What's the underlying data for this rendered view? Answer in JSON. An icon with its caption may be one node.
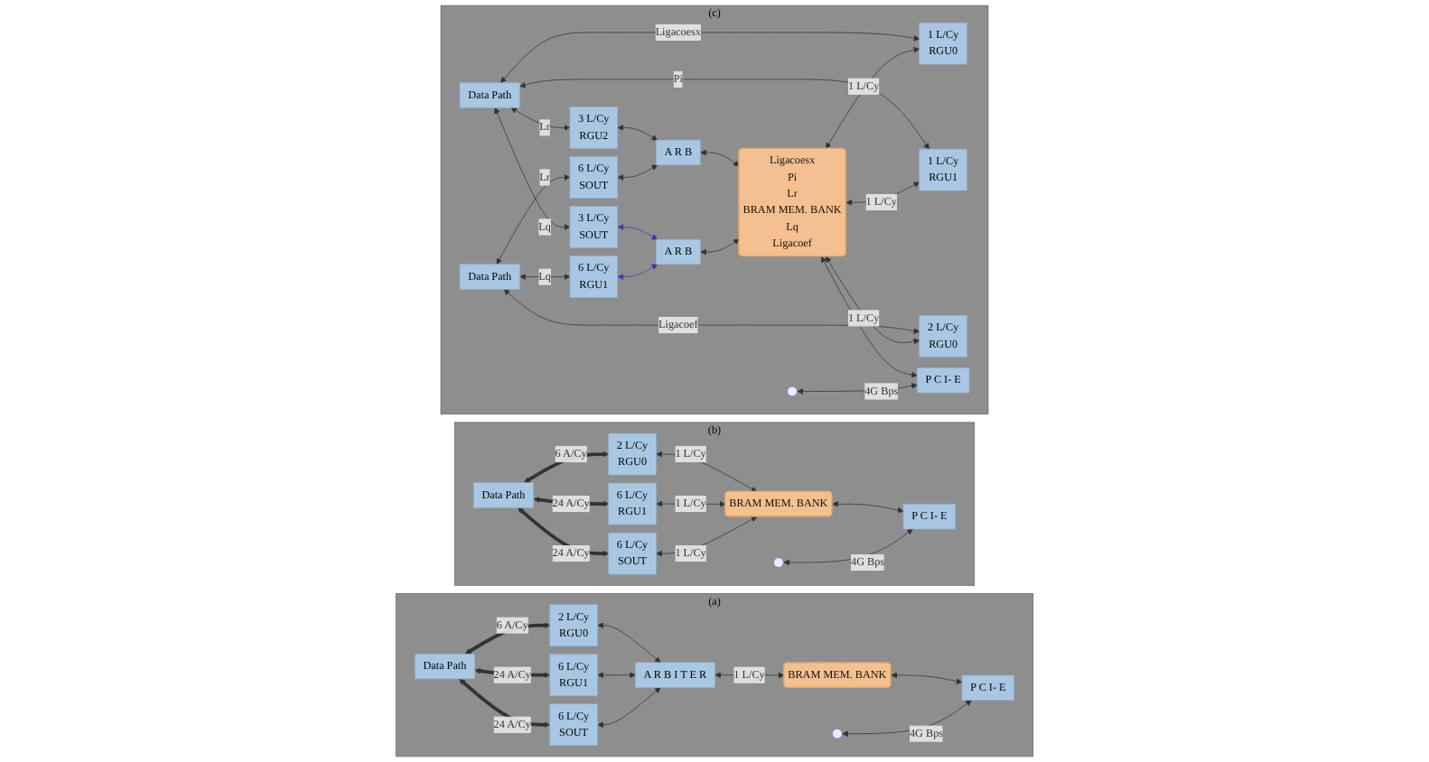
{
  "diagram": {
    "nodes": [
      {
        "text": [
          "(a)"
        ]
      },
      {
        "text": [
          "Data Path"
        ],
        "in": 0
      },
      {
        "text": [
          "2 L/Cy",
          "RGU0"
        ],
        "in": 0
      },
      {
        "text": [
          "6 L/Cy",
          "RGU1"
        ],
        "in": 0
      },
      {
        "text": [
          "6 L/Cy",
          "SOUT"
        ],
        "in": 0
      },
      {
        "text": [
          "A R B I T E R"
        ],
        "in": 0
      },
      {
        "text": [
          "BRAM MEM. BANK"
        ],
        "in": 0
      },
      {
        "text": [
          "P C I- E"
        ],
        "in": 0
      },
      {
        "text": [
          "(b)"
        ]
      },
      {
        "text": [
          "Data Path"
        ],
        "in": 8
      },
      {
        "text": [
          "2 L/Cy",
          "RGU0"
        ],
        "in": 8
      },
      {
        "text": [
          "6 L/Cy",
          "RGU1"
        ],
        "in": 8
      },
      {
        "text": [
          "6 L/Cy",
          "SOUT"
        ],
        "in": 8
      },
      {
        "text": [
          "BRAM MEM. BANK"
        ],
        "in": 8
      },
      {
        "text": [
          "P C I- E"
        ],
        "in": 8
      },
      {
        "text": [
          "(c)"
        ]
      },
      {
        "text": [
          "Data Path"
        ],
        "in": 15
      },
      {
        "text": [
          "1 L/Cy",
          "RGU0"
        ],
        "in": 15
      },
      {
        "text": [
          "1 L/Cy",
          "RGU1"
        ],
        "in": 15
      },
      {
        "text": [
          "3 L/Cy",
          "RGU2"
        ],
        "in": 15
      },
      {
        "text": [
          "3 L/Cy",
          "SOUT"
        ],
        "in": 15
      },
      {
        "text": [
          "Data Path"
        ],
        "in": 15
      },
      {
        "text": [
          "6 L/Cy",
          "SOUT"
        ],
        "in": 15
      },
      {
        "text": [
          "6 L/Cy",
          "RGU1"
        ],
        "in": 15
      },
      {
        "text": [
          "2 L/Cy",
          "RGU0"
        ],
        "in": 15
      },
      {
        "text": [
          "A R B"
        ],
        "in": 15
      },
      {
        "text": [
          "A R B"
        ],
        "in": 15
      },
      {
        "text": [
          "Ligacoesx",
          "Pi",
          "Lr",
          "BRAM MEM. BANK",
          "Lq",
          "Ligacoef"
        ],
        "in": 15
      },
      {
        "text": [
          "P C I- E"
        ],
        "in": 15
      }
    ],
    "edges": [
      {
        "from": 1,
        "to": 2,
        "arrow": "both",
        "label": "6 A/Cy",
        "style": "thick"
      },
      {
        "from": 1,
        "to": 3,
        "arrow": "both",
        "label": "24 A/Cy",
        "style": "thick"
      },
      {
        "from": 1,
        "to": 4,
        "arrow": "both",
        "label": "24 A/Cy",
        "style": "thick"
      },
      {
        "from": 2,
        "to": 5,
        "arrow": "both"
      },
      {
        "from": 3,
        "to": 5,
        "arrow": "both"
      },
      {
        "from": 4,
        "to": 5,
        "arrow": "both"
      },
      {
        "from": 5,
        "to": 6,
        "arrow": "both",
        "label": "1 L/Cy"
      },
      {
        "from": 6,
        "to": 7,
        "arrow": "both"
      },
      {
        "from": null,
        "to": 7,
        "arrow": "both",
        "label": "4G Bps"
      },
      {
        "from": 9,
        "to": 10,
        "arrow": "both",
        "label": "6 A/Cy",
        "style": "thick"
      },
      {
        "from": 9,
        "to": 11,
        "arrow": "both",
        "label": "24 A/Cy",
        "style": "thick"
      },
      {
        "from": 9,
        "to": 12,
        "arrow": "both",
        "label": "24 A/Cy",
        "style": "thick"
      },
      {
        "from": 10,
        "to": 13,
        "arrow": "both",
        "label": "1 L/Cy"
      },
      {
        "from": 11,
        "to": 13,
        "arrow": "both",
        "label": "1 L/Cy"
      },
      {
        "from": 12,
        "to": 13,
        "arrow": "both",
        "label": "1 L/Cy"
      },
      {
        "from": 13,
        "to": 14,
        "arrow": "both"
      },
      {
        "from": null,
        "to": 14,
        "arrow": "both",
        "label": "4G Bps"
      },
      {
        "from": 16,
        "to": 17,
        "arrow": "both",
        "label": "Ligacoesx"
      },
      {
        "from": 16,
        "to": 18,
        "arrow": "both",
        "label": "Pi"
      },
      {
        "from": 16,
        "to": 19,
        "arrow": "both",
        "label": "Lr"
      },
      {
        "from": 16,
        "to": 20,
        "arrow": "both",
        "label": "Lq"
      },
      {
        "from": 21,
        "to": 22,
        "arrow": "both",
        "label": "Lr"
      },
      {
        "from": 21,
        "to": 23,
        "arrow": "both",
        "label": "Lq"
      },
      {
        "from": 21,
        "to": 24,
        "arrow": "both",
        "label": "Ligacoef"
      },
      {
        "from": 27,
        "to": 17,
        "arrow": "both",
        "label": "1 L/Cy"
      },
      {
        "from": 27,
        "to": 18,
        "arrow": "both",
        "label": "1 L/Cy"
      },
      {
        "from": 19,
        "to": 25,
        "arrow": "both"
      },
      {
        "from": 22,
        "to": 25,
        "arrow": "both"
      },
      {
        "from": 20,
        "to": 26,
        "arrow": "both",
        "color": "#3a3ab4"
      },
      {
        "from": 23,
        "to": 26,
        "arrow": "both",
        "color": "#3a3ab4"
      },
      {
        "from": 25,
        "to": 27,
        "arrow": "both"
      },
      {
        "from": 26,
        "to": 27,
        "arrow": "both"
      },
      {
        "from": 27,
        "to": 24,
        "arrow": "both",
        "label": "1 L/Cy"
      },
      {
        "from": 27,
        "to": 28,
        "arrow": "both"
      },
      {
        "from": null,
        "to": 28,
        "arrow": "both",
        "label": "4G Bps"
      }
    ]
  }
}
